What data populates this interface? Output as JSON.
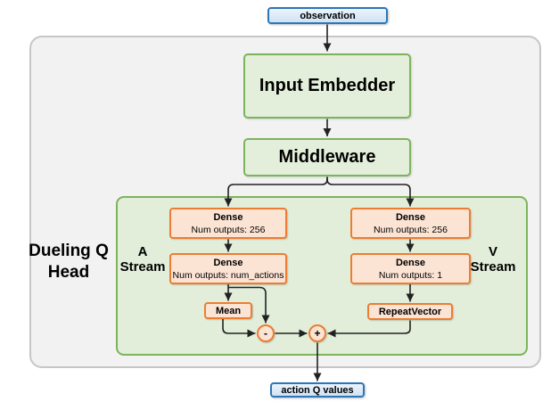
{
  "colors": {
    "blue_border": "#2d76b8",
    "blue_fill": "#d9e8f7",
    "green_border": "#7cb45c",
    "green_fill": "#e4efdb",
    "orange_border": "#ed7d31",
    "orange_fill": "#fce4d4",
    "outer_container_fill": "#f2f2f2",
    "outer_container_border": "#c6c6c6",
    "arrow": "#222222"
  },
  "io": {
    "input": "observation",
    "output": "action Q values"
  },
  "blocks": {
    "input_embedder": "Input Embedder",
    "middleware": "Middleware"
  },
  "head": {
    "title_line1": "Dueling Q",
    "title_line2": "Head",
    "a_stream": {
      "label_line1": "A",
      "label_line2": "Stream",
      "layers": [
        {
          "title": "Dense",
          "subtitle": "Num outputs: 256"
        },
        {
          "title": "Dense",
          "subtitle": "Num outputs: num_actions"
        }
      ],
      "aggregator": "Mean",
      "operator": "-"
    },
    "v_stream": {
      "label_line1": "V",
      "label_line2": "Stream",
      "layers": [
        {
          "title": "Dense",
          "subtitle": "Num outputs: 256"
        },
        {
          "title": "Dense",
          "subtitle": "Num outputs: 1"
        }
      ],
      "aggregator": "RepeatVector",
      "operator": "+"
    }
  }
}
